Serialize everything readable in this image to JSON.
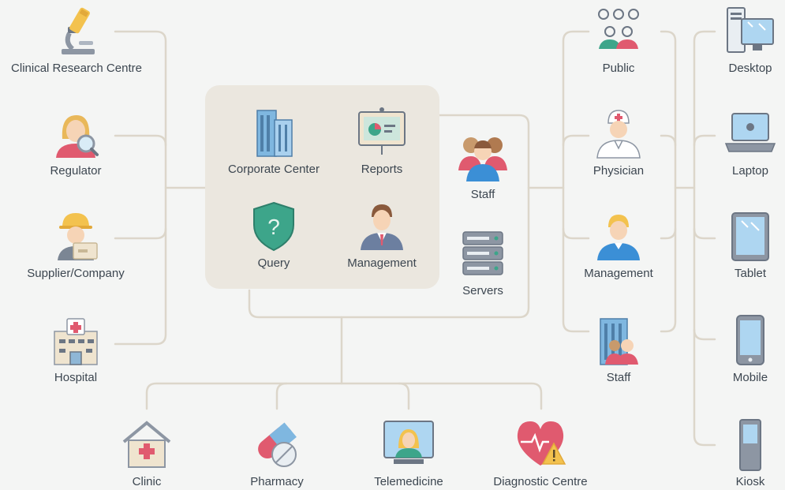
{
  "left_group": [
    {
      "id": "clinical-research-centre",
      "label": "Clinical Research Centre",
      "icon": "microscope-icon"
    },
    {
      "id": "regulator",
      "label": "Regulator",
      "icon": "regulator-magnifier-icon"
    },
    {
      "id": "supplier-company",
      "label": "Supplier/Company",
      "icon": "worker-box-icon"
    },
    {
      "id": "hospital",
      "label": "Hospital",
      "icon": "hospital-icon"
    }
  ],
  "center_panel": [
    {
      "id": "corporate-center",
      "label": "Corporate Center",
      "icon": "office-building-icon"
    },
    {
      "id": "reports",
      "label": "Reports",
      "icon": "presentation-board-icon"
    },
    {
      "id": "query",
      "label": "Query",
      "icon": "shield-question-icon"
    },
    {
      "id": "management-center",
      "label": "Management",
      "icon": "businessman-icon"
    }
  ],
  "center_side": [
    {
      "id": "staff-center",
      "label": "Staff",
      "icon": "people-group-icon"
    },
    {
      "id": "servers",
      "label": "Servers",
      "icon": "server-rack-icon"
    }
  ],
  "right_group": [
    {
      "id": "public",
      "label": "Public",
      "icon": "public-users-icon"
    },
    {
      "id": "physician",
      "label": "Physician",
      "icon": "physician-icon"
    },
    {
      "id": "management-right",
      "label": "Management",
      "icon": "manager-icon"
    },
    {
      "id": "staff-right",
      "label": "Staff",
      "icon": "staff-building-icon"
    }
  ],
  "devices": [
    {
      "id": "desktop",
      "label": "Desktop",
      "icon": "desktop-icon"
    },
    {
      "id": "laptop",
      "label": "Laptop",
      "icon": "laptop-icon"
    },
    {
      "id": "tablet",
      "label": "Tablet",
      "icon": "tablet-icon"
    },
    {
      "id": "mobile",
      "label": "Mobile",
      "icon": "mobile-icon"
    },
    {
      "id": "kiosk",
      "label": "Kiosk",
      "icon": "kiosk-icon"
    }
  ],
  "bottom_group": [
    {
      "id": "clinic",
      "label": "Clinic",
      "icon": "clinic-house-icon"
    },
    {
      "id": "pharmacy",
      "label": "Pharmacy",
      "icon": "pill-capsule-icon"
    },
    {
      "id": "telemedicine",
      "label": "Telemedicine",
      "icon": "video-doctor-icon"
    },
    {
      "id": "diagnostic-centre",
      "label": "Diagnostic Centre",
      "icon": "heart-warning-icon"
    }
  ],
  "colors": {
    "background": "#f4f5f4",
    "panel": "#ebe7df",
    "connector": "#dcd6ca",
    "text": "#3c4650"
  }
}
